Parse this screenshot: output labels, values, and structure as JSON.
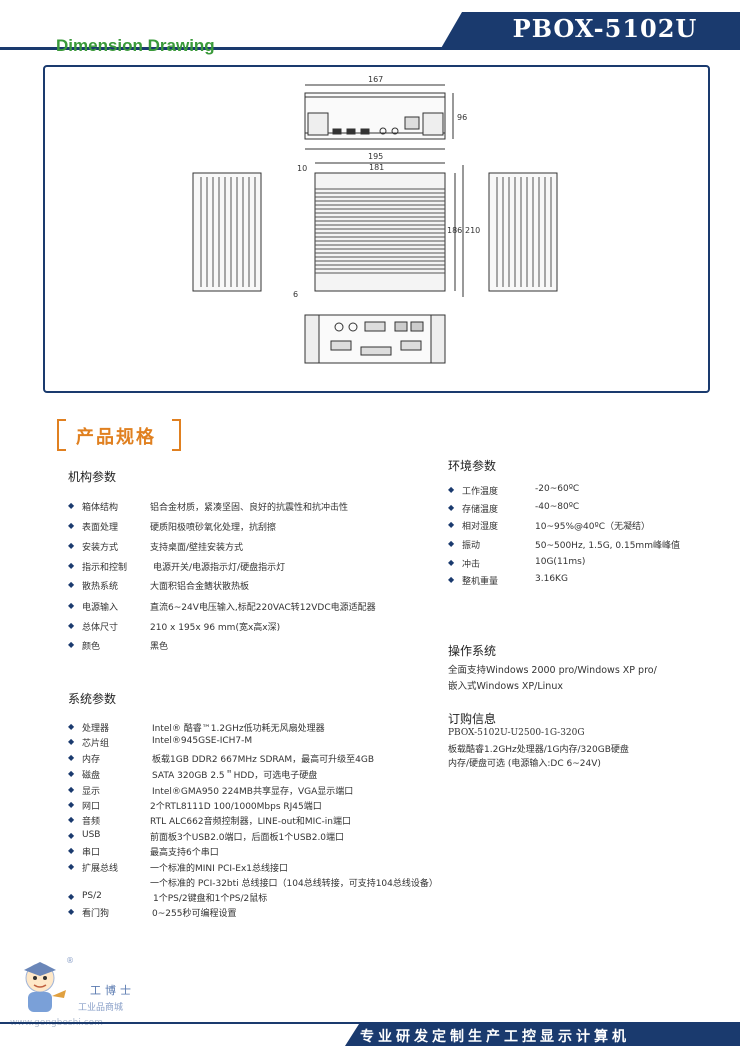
{
  "header": {
    "model": "PBOX-5102U",
    "section_title": "Dimension Drawing"
  },
  "drawing": {
    "dims": {
      "top_width": "167",
      "height_96": "96",
      "bottom_width": "195",
      "front_width": "181",
      "left_10": "10",
      "h_186": "186",
      "h_210": "210",
      "left_6": "6"
    }
  },
  "spec_heading": "产品规格",
  "mech": {
    "title": "机构参数",
    "items": [
      {
        "label": "箱体结构",
        "value": "铝合金材质，紧凑坚固、良好的抗震性和抗冲击性"
      },
      {
        "label": "表面处理",
        "value": "硬质阳极喷砂氧化处理，抗刮擦"
      },
      {
        "label": "安装方式",
        "value": "支持桌面/壁挂安装方式"
      },
      {
        "label": "指示和控制",
        "value": "电源开关/电源指示灯/硬盘指示灯"
      },
      {
        "label": "散热系统",
        "value": "大面积铝合金鳍状散热板"
      },
      {
        "label": "电源输入",
        "value": "直流6~24V电压输入,标配220VAC转12VDC电源适配器"
      },
      {
        "label": "总体尺寸",
        "value": "210 x 195x 96 mm(宽x高x深)"
      },
      {
        "label": "颜色",
        "value": "黑色"
      }
    ]
  },
  "system": {
    "title": "系统参数",
    "items": [
      {
        "label": "处理器",
        "value": "Intel® 酷睿™1.2GHz低功耗无风扇处理器"
      },
      {
        "label": "芯片组",
        "value": "Intel®945GSE-ICH7-M"
      },
      {
        "label": "内存",
        "value": "板载1GB DDR2  667MHz SDRAM，最高可升级至4GB"
      },
      {
        "label": "磁盘",
        "value": "SATA 320GB 2.5＂HDD，可选电子硬盘"
      },
      {
        "label": "显示",
        "value": "Intel®GMA950 224MB共享显存，VGA显示端口"
      },
      {
        "label": "网口",
        "value": "2个RTL8111D 100/1000Mbps RJ45端口"
      },
      {
        "label": "音频",
        "value": "RTL ALC662音频控制器，LINE-out和MIC-in端口"
      },
      {
        "label": "USB",
        "value": "前面板3个USB2.0端口，后面板1个USB2.0端口"
      },
      {
        "label": "串口",
        "value": "最高支持6个串口"
      },
      {
        "label": "扩展总线",
        "value": "一个标准的MINI PCI-Ex1总线接口"
      },
      {
        "label": "",
        "value": "一个标准的 PCI-32bti 总线接口（104总线转接，可支持104总线设备）"
      },
      {
        "label": "PS/2",
        "value": "1个PS/2键盘和1个PS/2鼠标"
      },
      {
        "label": "看门狗",
        "value": "0~255秒可编程设置"
      }
    ]
  },
  "env": {
    "title": "环境参数",
    "items": [
      {
        "label": "工作温度",
        "value": "-20~60ºC"
      },
      {
        "label": "存储温度",
        "value": "-40~80ºC"
      },
      {
        "label": "相对湿度",
        "value": "10~95%@40ºC（无凝结）"
      },
      {
        "label": "振动",
        "value": "50~500Hz, 1.5G, 0.15mm峰峰值"
      },
      {
        "label": "冲击",
        "value": "10G(11ms)"
      },
      {
        "label": "整机重量",
        "value": "3.16KG"
      }
    ]
  },
  "os": {
    "title": "操作系统",
    "lines": [
      "全面支持Windows 2000 pro/Windows XP pro/",
      "嵌入式Windows XP/Linux"
    ]
  },
  "order": {
    "title": "订购信息",
    "lines": [
      "PBOX-5102U-U2500-1G-320G",
      "板载酷睿1.2GHz处理器/1G内存/320GB硬盘",
      "内存/硬盘可选 (电源输入:DC 6~24V)"
    ]
  },
  "footer": {
    "slogan": "专业研发定制生产工控显示计算机",
    "logo_name": "工博士",
    "logo_sub": "工业品商城",
    "logo_url": "www.gongboshi.com",
    "logo_mark": "®"
  },
  "colors": {
    "navy": "#1a3a6e",
    "green": "#3a9a3a",
    "orange": "#e08020"
  }
}
